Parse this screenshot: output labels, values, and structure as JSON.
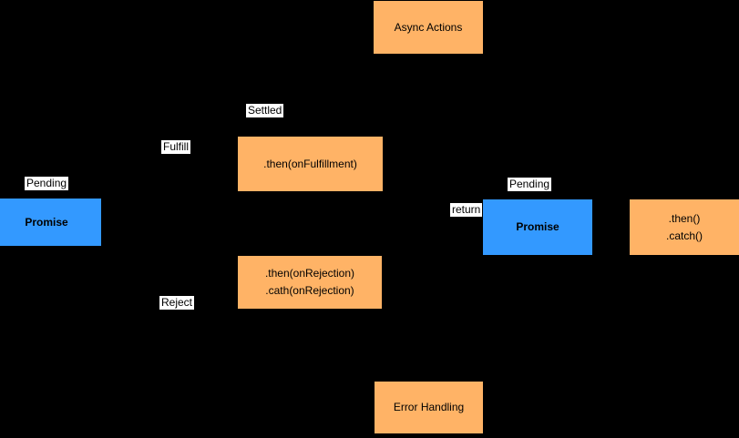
{
  "diagram": {
    "colors": {
      "background": "#000000",
      "action_fill": "#FFB366",
      "promise_fill": "#3399FF",
      "label_background": "#FFFFFF",
      "text": "#000000"
    },
    "boxes": {
      "async_actions": {
        "label": "Async Actions"
      },
      "then_fulfillment": {
        "label": ".then(onFulfillment)"
      },
      "then_rejection": {
        "lines": [
          ".then(onRejection)",
          ".cath(onRejection)"
        ]
      },
      "promise_left": {
        "label": "Promise"
      },
      "promise_right": {
        "label": "Promise"
      },
      "then_catch": {
        "lines": [
          ".then()",
          ".catch()"
        ]
      },
      "error_handling": {
        "label": "Error Handling"
      }
    },
    "edge_labels": {
      "pending_left": "Pending",
      "fulfill": "Fulfill",
      "settled": "Settled",
      "reject": "Reject",
      "pending_right": "Pending",
      "return": "return"
    }
  }
}
